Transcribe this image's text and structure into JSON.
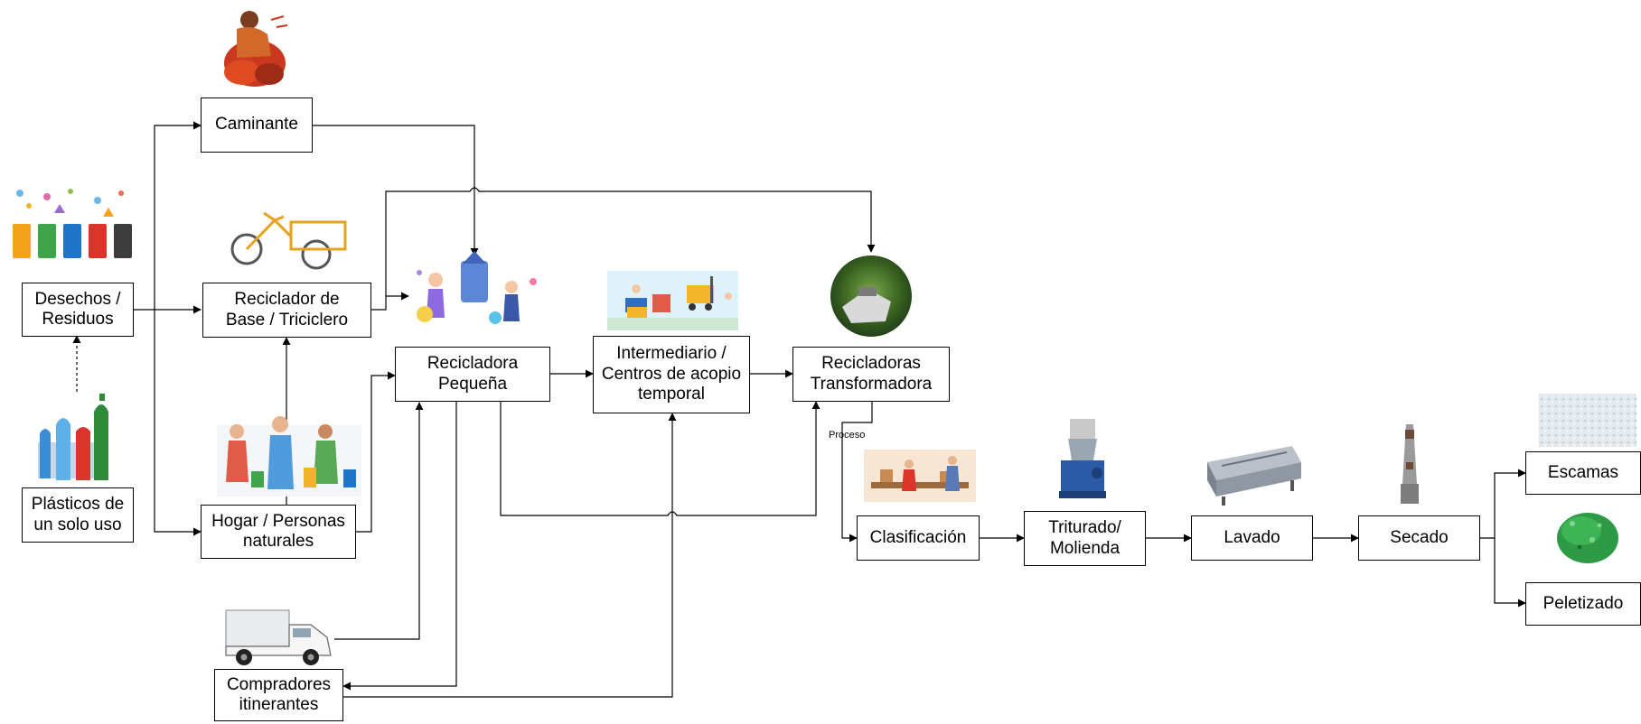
{
  "nodes": {
    "desechos": "Desechos /\nResiduos",
    "plasticos": "Plásticos de\nun solo uso",
    "caminante": "Caminante",
    "reciclador_base": "Reciclador de\nBase / Triciclero",
    "hogar": "Hogar / Personas\nnaturales",
    "compradores": "Compradores\nitinerantes",
    "recicladora_pequena": "Recicladora\nPequeña",
    "intermediario": "Intermediario /\nCentros de acopio\ntemporal",
    "recicladoras_transformadora": "Recicladoras\nTransformadora",
    "clasificacion": "Clasificación",
    "triturado": "Triturado/\nMolienda",
    "lavado": "Lavado",
    "secado": "Secado",
    "escamas": "Escamas",
    "peletizado": "Peletizado"
  },
  "edge_labels": {
    "proceso": "Proceso"
  },
  "illustrations": [
    "waste-collector-icon",
    "recycling-bins-icon",
    "cargo-tricycle-icon",
    "recycling-people-icon",
    "households-icon",
    "plastic-bottles-icon",
    "pickup-truck-icon",
    "forklift-depot-icon",
    "plastic-machine-icon",
    "sorting-line-icon",
    "shredder-icon",
    "washing-tank-icon",
    "dryer-icon",
    "flakes-icon",
    "pellets-icon"
  ],
  "colors": {
    "line": "#000000",
    "box_border": "#000000",
    "background": "#ffffff"
  }
}
